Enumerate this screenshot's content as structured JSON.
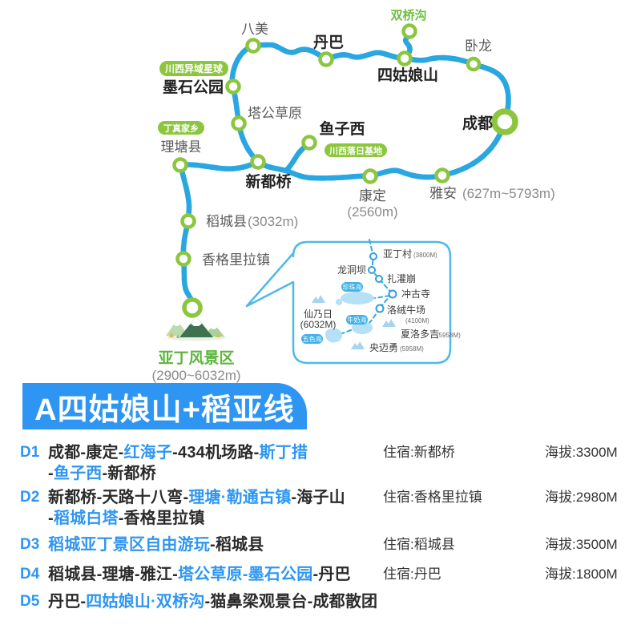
{
  "colors": {
    "route_blue": "#2aa7e0",
    "node_green": "#8cc63f",
    "badge_green": "#8cc63f",
    "banner_blue": "#2e96f2",
    "highlight_blue": "#2e96f2",
    "inset_blue": "#4fb9e8",
    "lake_blue": "#b5e0f5",
    "text_dark": "#2b2b2b",
    "text_gray": "#5a5a5a"
  },
  "icons": {
    "node": "route-stop-circle",
    "mountain": "mountain-peaks",
    "lake": "lake-blob",
    "callout": "speech-bubble"
  },
  "map": {
    "labels": {
      "bamei": "八美",
      "danba": "丹巴",
      "shuangqiaogou": "双桥沟",
      "wolong": "卧龙",
      "siguniangshan": "四姑娘山",
      "chengdu": "成都",
      "moshi": "墨石公园",
      "tagong": "塔公草原",
      "litang": "理塘县",
      "xinduqiao": "新都桥",
      "yuzixi": "鱼子西",
      "kangding": "康定",
      "kangding_alt": "(2560m)",
      "yaan": "雅安",
      "yaan_alt": "(627m~5793m)",
      "daocheng": "稻城县",
      "daocheng_alt": "(3032m)",
      "xianggelila": "香格里拉镇",
      "yading": "亚丁风景区",
      "yading_alt": "(2900~6032m)"
    },
    "badges": {
      "yiyu": "川西异域星球",
      "dingzhen": "丁真家乡",
      "luori": "川西落日基地"
    },
    "inset": {
      "yadingcun": "亚丁村",
      "yadingcun_alt": "(3800M)",
      "longdongba": "龙洞坝",
      "zhaguanbeng": "扎灌崩",
      "zhenzhuhai": "珍珠海",
      "chonggusi": "冲古寺",
      "xiannairi": "仙乃日",
      "xiannairi_alt": "(6032M)",
      "niunaihai": "牛奶海",
      "luorong": "洛绒牛场",
      "luorong_alt": "(4100M)",
      "wusehai": "五色海",
      "xialuoduoji": "夏洛多吉",
      "xialuoduoji_alt": "(5958M)",
      "yangmaiyong": "央迈勇",
      "yangmaiyong_alt": "(5958M)"
    }
  },
  "banner": {
    "title": "A四姑娘山+稻亚线"
  },
  "itinerary": {
    "rows": [
      {
        "day": "D1",
        "line1": [
          {
            "text": "成都-康定-",
            "hl": false
          },
          {
            "text": "红海子",
            "hl": true
          },
          {
            "text": "-434机场路-",
            "hl": false
          },
          {
            "text": "斯丁措",
            "hl": true
          }
        ],
        "line2": [
          {
            "text": "-",
            "hl": false
          },
          {
            "text": "鱼子西",
            "hl": true
          },
          {
            "text": "-新都桥",
            "hl": false
          }
        ],
        "lodging": "住宿:新都桥",
        "altitude": "海拔:3300M"
      },
      {
        "day": "D2",
        "line1": [
          {
            "text": "新都桥-天路十八弯-",
            "hl": false
          },
          {
            "text": "理塘·勒通古镇",
            "hl": true
          },
          {
            "text": "-海子山",
            "hl": false
          }
        ],
        "line2": [
          {
            "text": "-",
            "hl": false
          },
          {
            "text": "稻城白塔",
            "hl": true
          },
          {
            "text": "-香格里拉镇",
            "hl": false
          }
        ],
        "lodging": "住宿:香格里拉镇",
        "altitude": "海拔:2980M"
      },
      {
        "day": "D3",
        "line1": [
          {
            "text": "稻城亚丁景区自由游玩",
            "hl": true
          },
          {
            "text": "-稻城县",
            "hl": false
          }
        ],
        "lodging": "住宿:稻城县",
        "altitude": "海拔:3500M"
      },
      {
        "day": "D4",
        "line1": [
          {
            "text": "稻城县-理塘-雅江-",
            "hl": false
          },
          {
            "text": "塔公草原-墨石公园",
            "hl": true
          },
          {
            "text": "-丹巴",
            "hl": false
          }
        ],
        "lodging": "住宿:丹巴",
        "altitude": "海拔:1800M"
      },
      {
        "day": "D5",
        "line1": [
          {
            "text": "丹巴-",
            "hl": false
          },
          {
            "text": "四姑娘山·双桥沟",
            "hl": true
          },
          {
            "text": "-猫鼻梁观景台-成都散团",
            "hl": false
          }
        ]
      }
    ]
  }
}
